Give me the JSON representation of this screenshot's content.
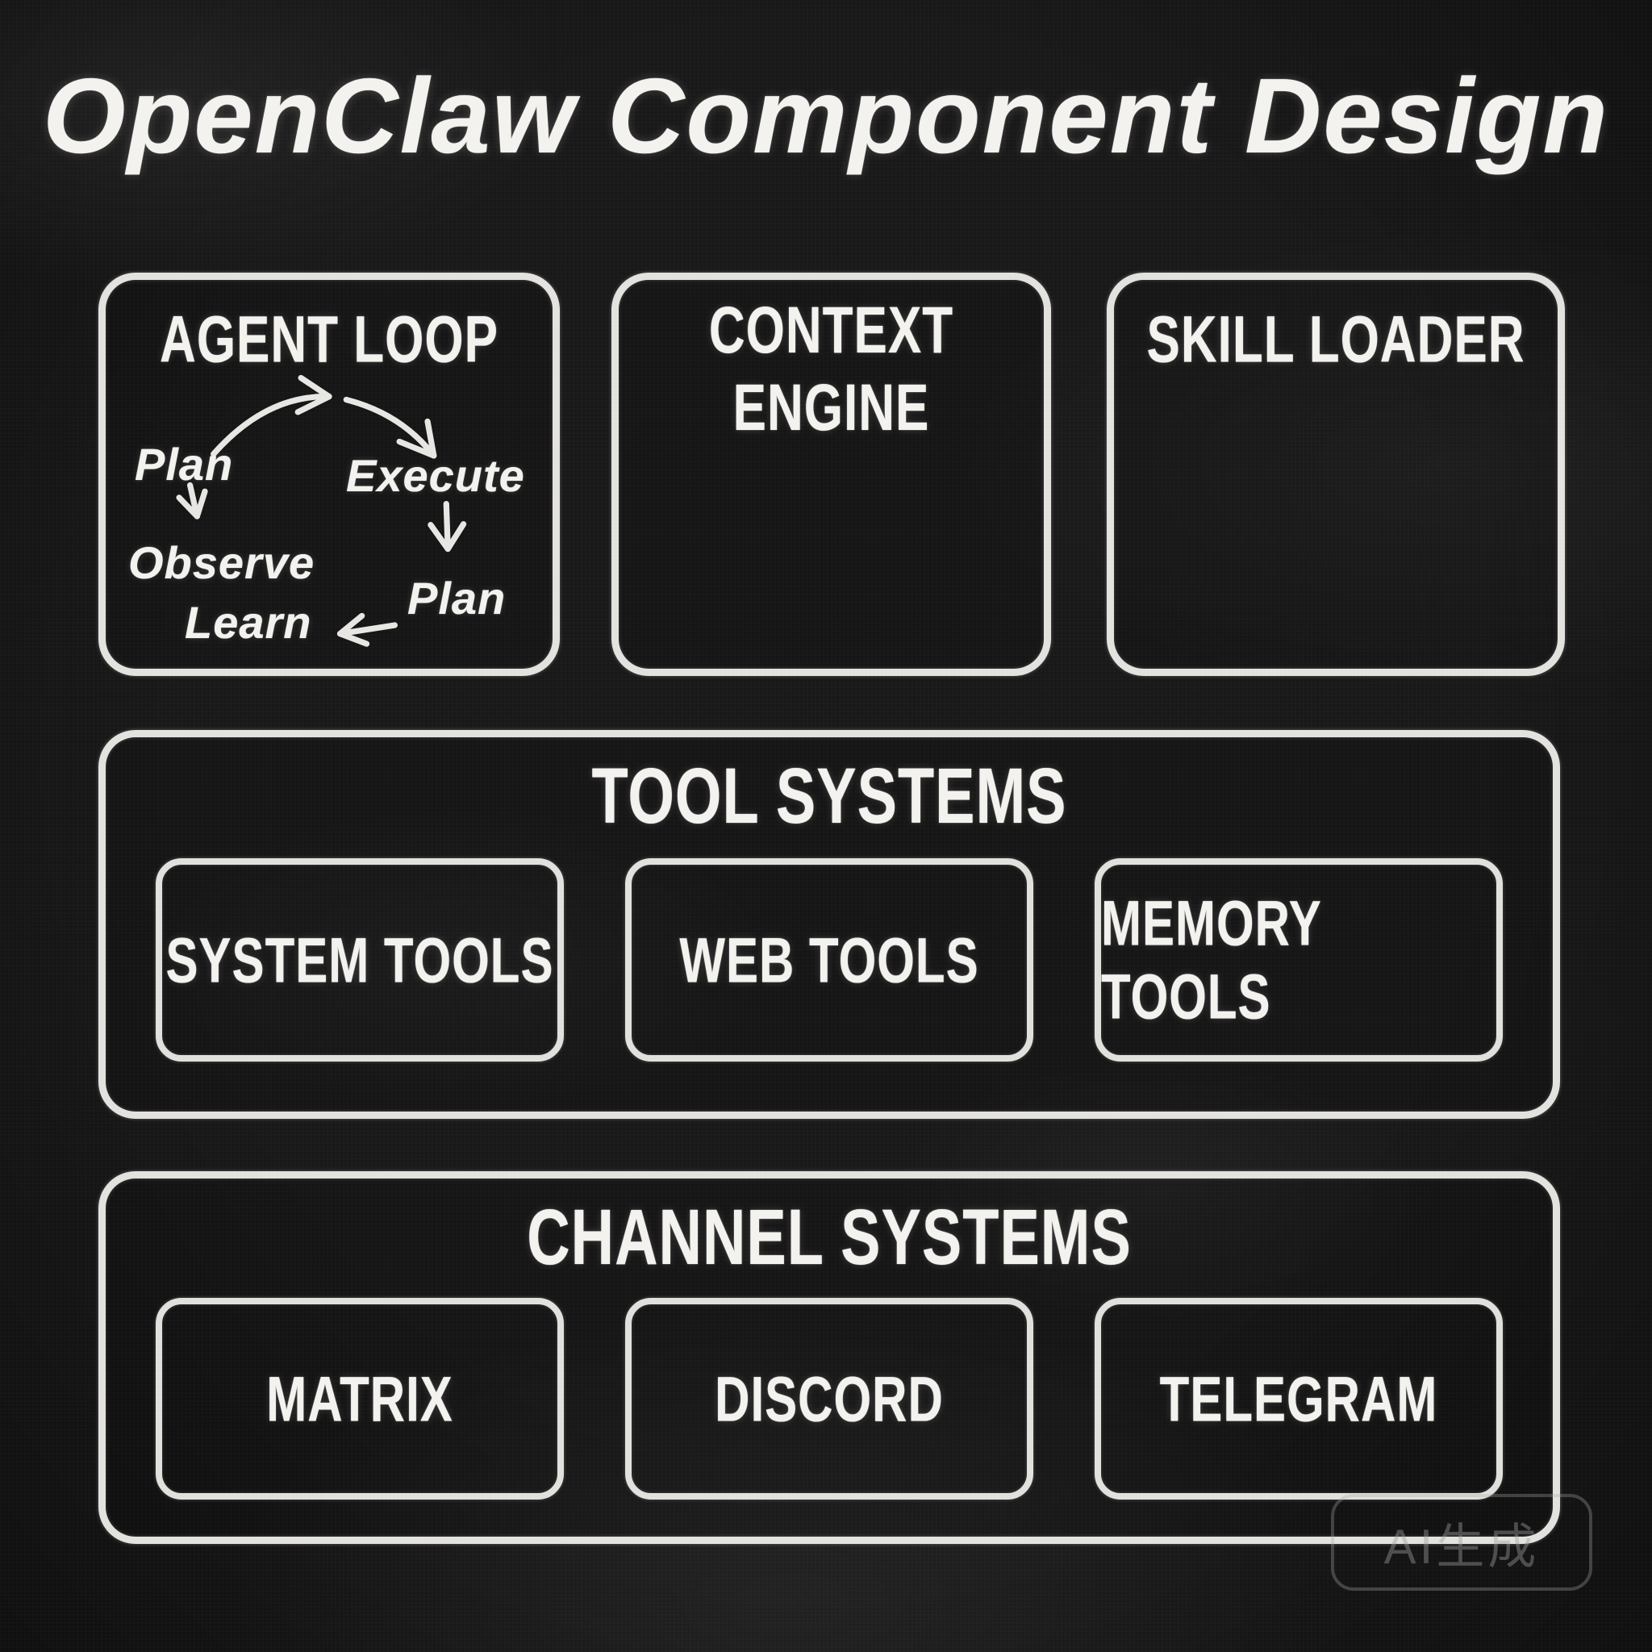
{
  "title": "OpenClaw Component Design",
  "watermark": "AI生成",
  "colors": {
    "board_background": "#181818",
    "chalk": "#f3f2ee",
    "watermark_gray": "#9a9a9a"
  },
  "components": {
    "agent_loop": {
      "label": "AGENT LOOP",
      "flow": {
        "plan": "Plan",
        "execute": "Execute",
        "observe": "Observe",
        "learn": "Learn",
        "plan_next": "Plan"
      }
    },
    "context_engine": {
      "label": "CONTEXT ENGINE"
    },
    "skill_loader": {
      "label": "SKILL LOADER"
    },
    "tool_systems": {
      "label": "TOOL SYSTEMS",
      "children": [
        "SYSTEM TOOLS",
        "WEB TOOLS",
        "MEMORY TOOLS"
      ]
    },
    "channel_systems": {
      "label": "CHANNEL SYSTEMS",
      "children": [
        "MATRIX",
        "DISCORD",
        "TELEGRAM"
      ]
    }
  }
}
